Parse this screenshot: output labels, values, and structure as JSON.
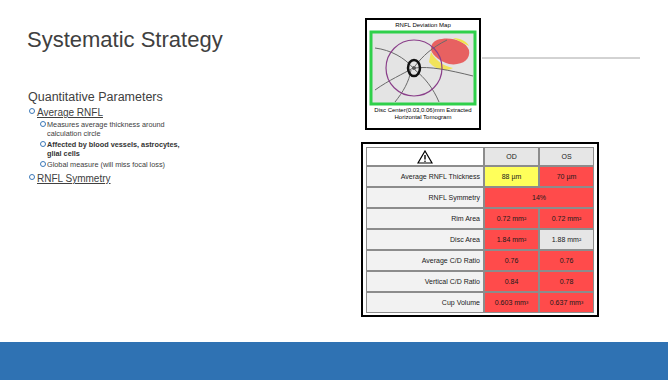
{
  "diagram": {
    "title": "Systematic Strategy",
    "nodes": [
      {
        "text": [
          "RNFL Deviation Map",
          "Disc Center(0.03,0.06)mm Extracted Horizontal Tomogram"
        ]
      }
    ],
    "labels": [
      "Quantitative Parameters",
      "Average RNFL",
      "Measures average thickness around calculation circle",
      "Affected by blood vessels, astrocytes, glial cells",
      "Global measure (will miss focal loss)",
      "RNFL Symmetry",
      "OD",
      "OS",
      "Average RNFL Thickness",
      "88 µm",
      "70 µm",
      "RNFL Symmetry",
      "14%",
      "Rim Area",
      "0.72 mm²",
      "0.72 mm²",
      "Disc Area",
      "1.84 mm²",
      "1.88 mm²",
      "Average C/D Ratio",
      "0.76",
      "0.76",
      "Vertical C/D Ratio",
      "0.84",
      "0.78",
      "Cup Volume",
      "0.603 mm³",
      "0.637 mm³"
    ]
  }
}
